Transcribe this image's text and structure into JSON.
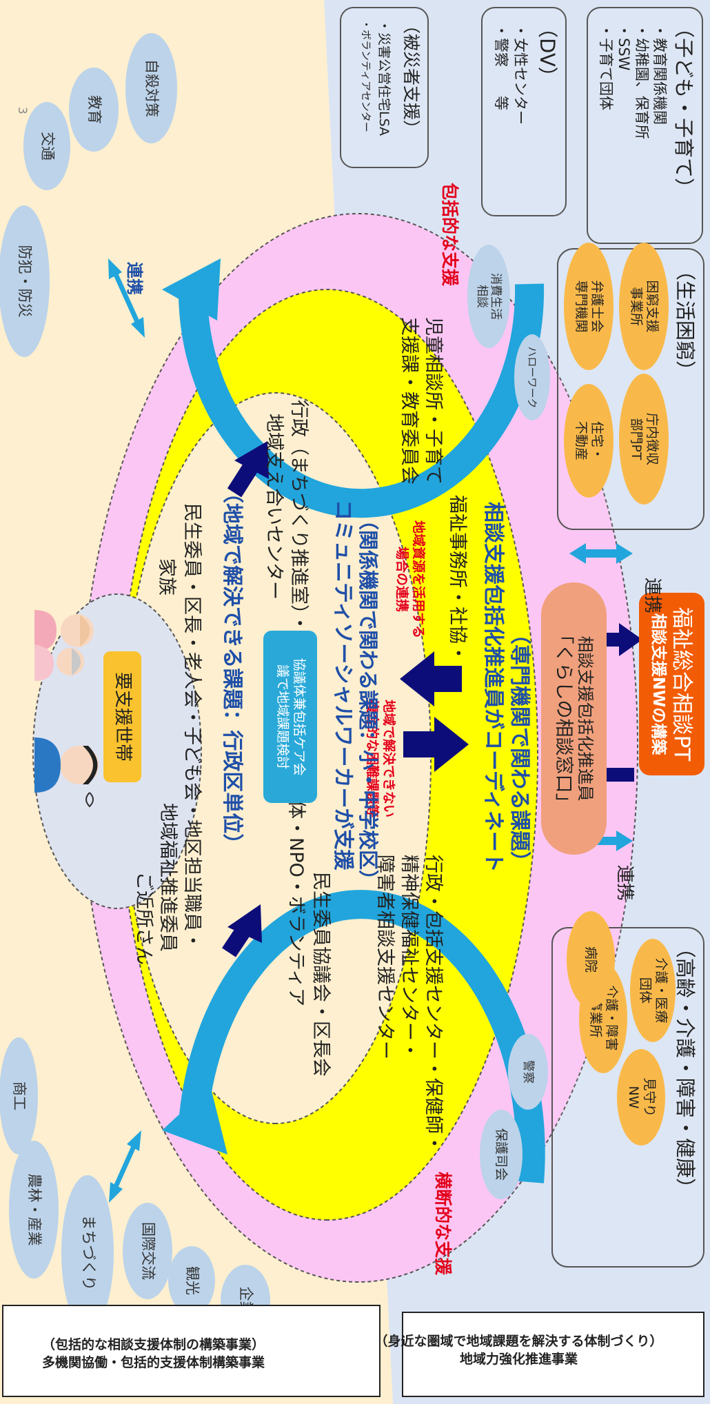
{
  "page_number": "3",
  "colors": {
    "bg_left": "#dbe4f3",
    "bg_right": "#fdefcf",
    "outer_ellipse": "#fbc6f4",
    "mid_ellipse": "#ffff00",
    "inner_ellipse": "#dee3f0",
    "orange_box": "#f25c05",
    "salmon_box": "#f0a07c",
    "teal_box": "#2aa9d9",
    "arrow_light": "#21a5dc",
    "arrow_dark": "#0d0d7a"
  },
  "program_left": {
    "label": "（包括的な相談支援体制の構築事業）\n多機関協働・包括的支援体制構築事業"
  },
  "program_right": {
    "label": "（身近な圏域で地域課題を解決する体制づくり）\n地域力強化推進事業"
  },
  "hq": {
    "title": "福祉総合相談PT",
    "subtitle": "相談支援NWの構築"
  },
  "promoter": {
    "line1": "相談支援包括化推進員",
    "line2": "「くらしの相談窓口」"
  },
  "renkei_left": "連携",
  "renkei_right": "連携",
  "elderly": {
    "header": "（高齢・介護・障害・健康）",
    "items": [
      "見守り\nNW",
      "介護・障害\n事業所",
      "介護・医療\n団体",
      "病院"
    ]
  },
  "poverty": {
    "header": "（生活困窮）",
    "items": [
      "庁内徴収\n部門PT",
      "住宅・\n不動産",
      "困窮支援\n事業所",
      "弁護士会\n専門機関"
    ]
  },
  "children": {
    "header": "（子ども・子育て）",
    "items": [
      "・教育関係機関",
      "・幼稚園、保育所",
      "・SSW",
      "・子育て団体"
    ]
  },
  "dv": {
    "header": "（DV）",
    "items": [
      "・女性センター",
      "・警察　　等"
    ]
  },
  "disaster": {
    "header": "（被災者支援）",
    "items": [
      "・災害公営住宅LSA",
      "・ボランティアセンター"
    ]
  },
  "left_small": [
    "警察",
    "保護司会"
  ],
  "top_small": [
    "ハローワーク",
    "消費生活\n相談"
  ],
  "arrow_labels": {
    "cross": "横断的な支援",
    "comprehensive": "包括的な支援",
    "renkei_bottom": "連携",
    "renkei_top": "連携"
  },
  "outer": {
    "title": "（専門機関で関わる課題）",
    "subtitle": "相談支援包括化推進員がコーディネート",
    "left_lines": [
      "行政・包括支援センター・保健師・",
      "精神保健福祉センター・",
      "障害者相談支援センター"
    ],
    "right_lines": [
      "福祉事務所・社協・",
      "児童相談所・子育て",
      "支援課・教育委員会"
    ]
  },
  "arrow_notes": {
    "down": "地域で解決できない\n複合的な困難課題等",
    "up": "地域資源を活用する\n場合の連携"
  },
  "middle": {
    "title": "（関係機関で関わる課題：小・中学校区）",
    "subtitle": "コミュニティソーシャルワーカーが支援",
    "left_lines": [
      "民生委員協議会・区長会",
      "各種団体・NPO・ボランティア"
    ],
    "right_lines": [
      "行政（まちづくり推進室）・社協",
      "地域支え合いセンター"
    ],
    "care_box": "協議体兼包括ケア会\n議で地域課題検討"
  },
  "inner": {
    "title": "（地域で解決できる課題：行政区単位）",
    "lines": [
      "民生委員・区長・老人会・子ども会・地区担当職員・",
      "地域福祉推進委員",
      "ご近所さん",
      "家族"
    ],
    "household": "要支援世帯"
  },
  "bottom_ovals": [
    "企業",
    "観光",
    "国際交流",
    "まちづくり",
    "農林・産業",
    "商工"
  ],
  "top_ovals": [
    "自殺対策",
    "教育",
    "交通",
    "防犯・防災"
  ],
  "icons": [
    "worried-person-icon",
    "elderly-couple-icon"
  ]
}
